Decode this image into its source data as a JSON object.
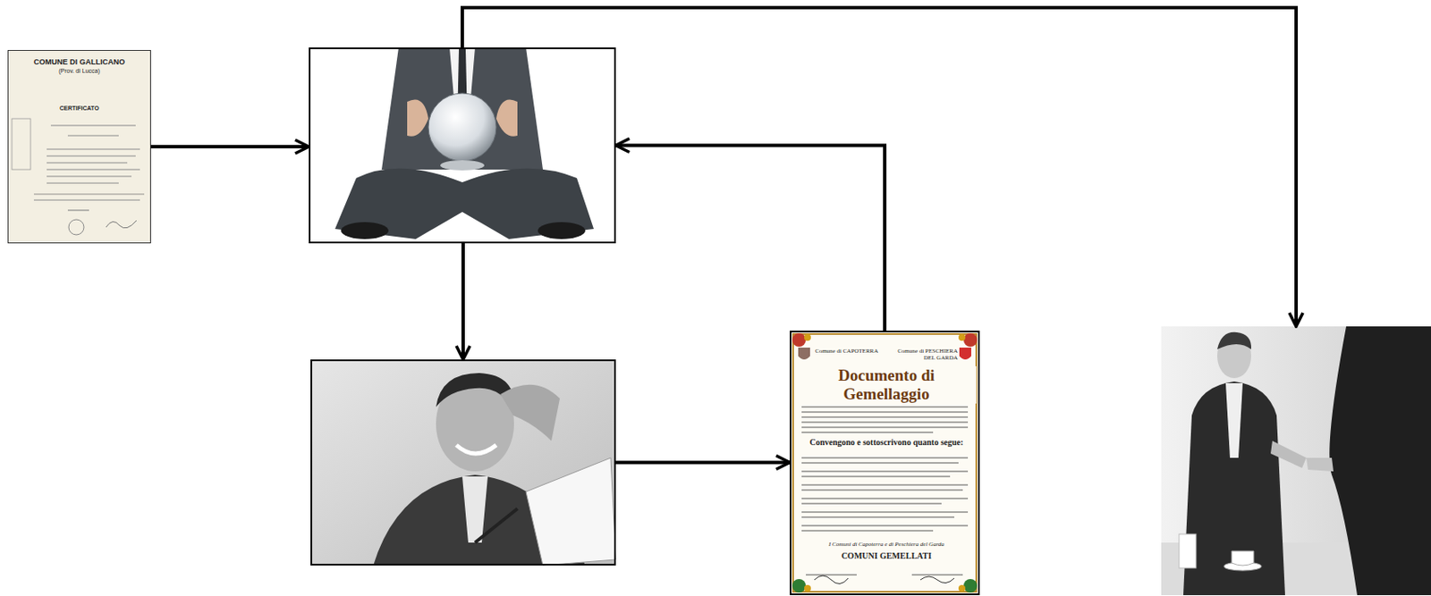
{
  "diagram": {
    "nodes": [
      {
        "text": [
          "COMUNE DI GALLICANO",
          "(Prov. di Lucca)",
          "CERTIFICATO"
        ]
      },
      {
        "text": []
      },
      {
        "text": []
      },
      {
        "text": [
          "Comune di CAPOTERRA",
          "Comune di PESCHIERA DEL GARDA",
          "Documento di Gemellaggio",
          "Convengono e sottoscrivono quanto segue:",
          "I Comuni di Capoterra e di Peschiera del Garda",
          "COMUNI GEMELLATI"
        ]
      },
      {
        "text": []
      }
    ],
    "edges": [
      {
        "from": 0,
        "to": 1,
        "arrow": "to"
      },
      {
        "from": 1,
        "to": 2,
        "arrow": "to"
      },
      {
        "from": 2,
        "to": 3,
        "arrow": "to"
      },
      {
        "from": 3,
        "to": 1,
        "arrow": "to"
      },
      {
        "from": 1,
        "to": 4,
        "arrow": "to"
      }
    ]
  }
}
